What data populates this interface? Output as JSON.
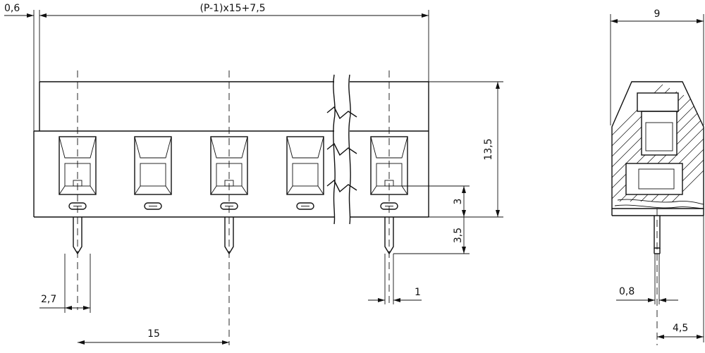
{
  "dimensions": {
    "top_offset": "0,6",
    "total_length": "(P-1)x15+7,5",
    "height": "13,5",
    "terminal_height": "3",
    "pin_offset": "3,5",
    "pin_width": "1",
    "first_pin_offset": "2,7",
    "pitch": "15",
    "side_width": "9",
    "side_pin_width": "0,8",
    "side_pin_offset": "4,5"
  }
}
